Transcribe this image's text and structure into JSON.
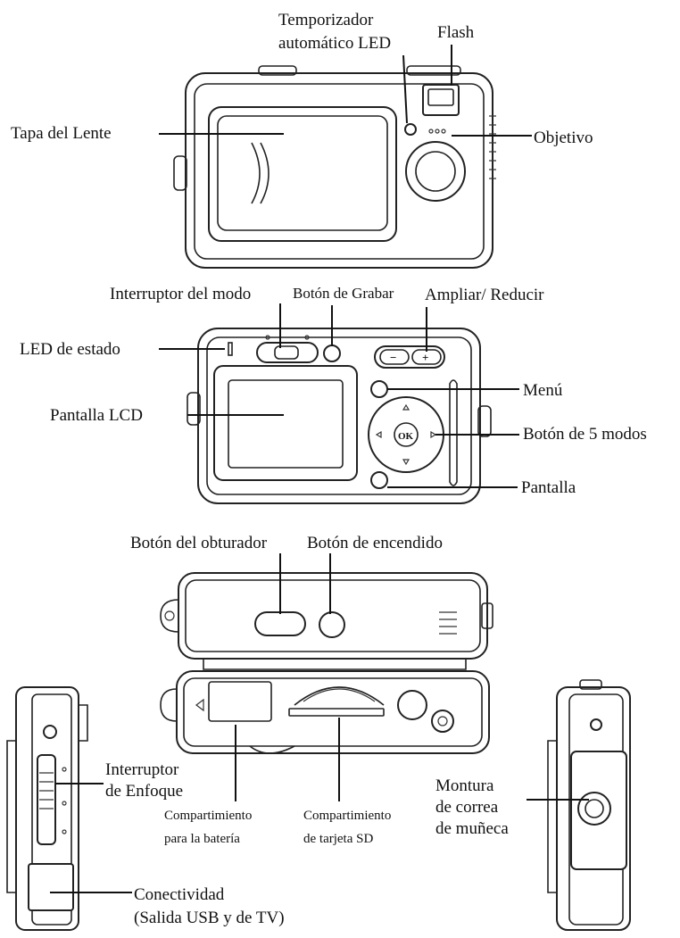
{
  "labels": {
    "timer_led_line1": "Temporizador",
    "timer_led_line2": "automático LED",
    "flash": "Flash",
    "lens_cover": "Tapa del Lente",
    "lens": "Objetivo",
    "mode_switch": "Interruptor del modo",
    "record_button": "Botón de Grabar",
    "zoom": "Ampliar/ Reducir",
    "status_led": "LED de estado",
    "menu": "Menú",
    "lcd_screen": "Pantalla LCD",
    "five_way_button": "Botón de 5 modos",
    "display": "Pantalla",
    "shutter_button": "Botón del obturador",
    "power_button": "Botón de encendido",
    "focus_switch_line1": "Interruptor",
    "focus_switch_line2": "de Enfoque",
    "battery_line1": "Compartimiento",
    "battery_line2": "para la batería",
    "sd_line1": "Compartimiento",
    "sd_line2": "de tarjeta SD",
    "strap_line1": "Montura",
    "strap_line2": "de correa",
    "strap_line3": "de muñeca",
    "connectivity_line1": "Conectividad",
    "connectivity_line2": "(Salida USB y de TV)"
  },
  "controls": {
    "ok": "OK",
    "minus": "−",
    "plus": "+"
  }
}
